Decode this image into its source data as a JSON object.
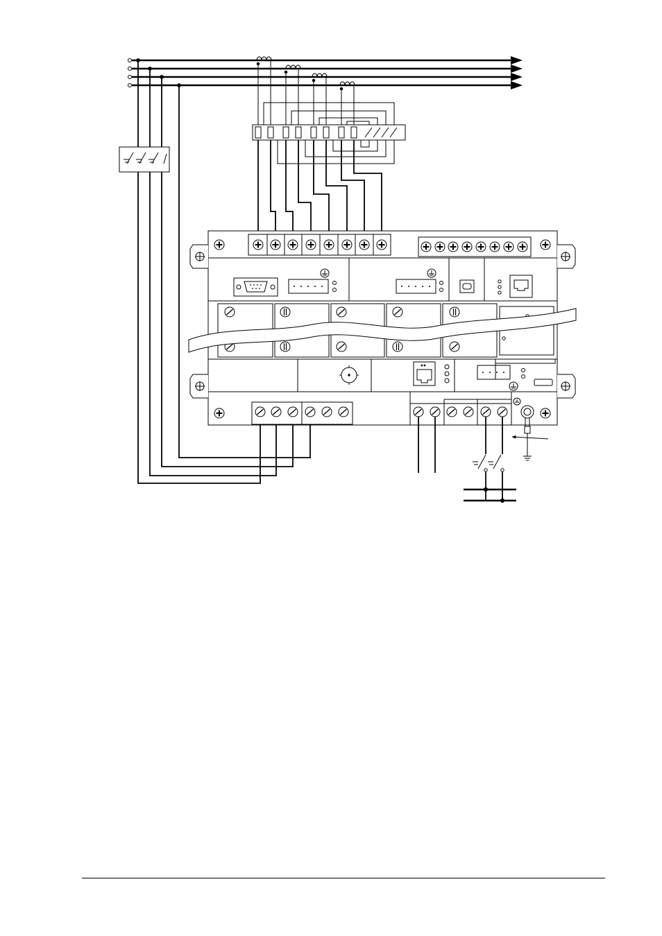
{
  "document": {
    "type": "wiring-diagram",
    "footer_rule": true
  },
  "diagram": {
    "supply_lines": [
      "line-1",
      "line-2",
      "line-3",
      "neutral"
    ],
    "current_transformers": 4,
    "test_switch_poles": 12,
    "voltage_fuse_poles": 3,
    "top_current_terminals": 8,
    "top_aux_terminals": 8,
    "bottom_voltage_terminals": 6,
    "bottom_right_terminals": 6,
    "aux_supply_fuse_poles": 2,
    "plug_modules": 5,
    "colors": {
      "line": "#000000",
      "background": "#ffffff",
      "panel": "#ffffff"
    }
  }
}
